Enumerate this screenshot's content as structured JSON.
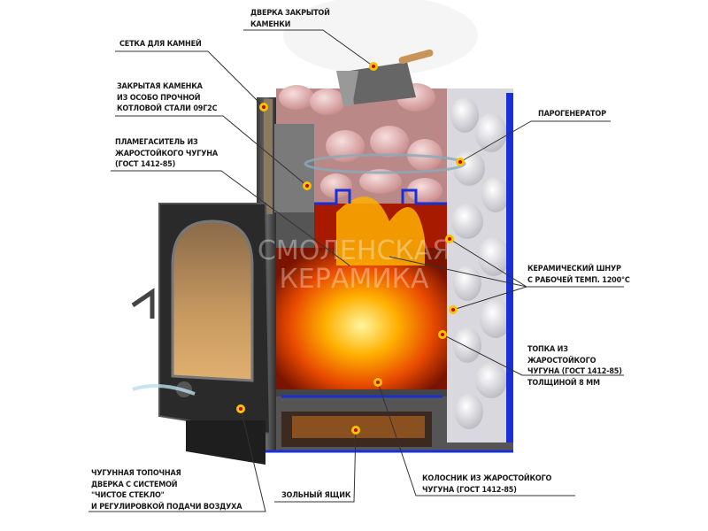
{
  "title": "Печь для бани — схема в разрезе",
  "watermark": [
    "СМОЛЕНСКАЯ",
    "КЕРАМИКА"
  ],
  "colors": {
    "seal_blue": "#1a2fd6",
    "fire": "#ff7a00",
    "marker": "#f5c400",
    "marker_center": "#d40000",
    "leader": "#333333"
  },
  "labels": {
    "stone_door": [
      "ДВЕРКА ЗАКРЫТОЙ",
      "КАМЕНКИ"
    ],
    "stone_mesh": [
      "СЕТКА ДЛЯ КАМНЕЙ"
    ],
    "closed_heater": [
      "ЗАКРЫТАЯ КАМЕНКА",
      "ИЗ ОСОБО ПРОЧНОЙ",
      "КОТЛОВОЙ СТАЛИ 09Г2С"
    ],
    "flame_damper": [
      "ПЛАМЕГАСИТЕЛЬ ИЗ",
      "ЖАРОСТОЙКОГО ЧУГУНА",
      "(ГОСТ 1412-85)"
    ],
    "steam_generator": [
      "ПАРОГЕНЕРАТОР"
    ],
    "ceramic_cord": [
      "КЕРАМИЧЕСКИЙ ШНУР",
      "С РАБОЧЕЙ ТЕМП. 1200°С"
    ],
    "firebox": [
      "ТОПКА ИЗ",
      "ЖАРОСТОЙКОГО",
      "ЧУГУНА (ГОСТ 1412-85)",
      "ТОЛЩИНОЙ 8 ММ"
    ],
    "fire_door": [
      "ЧУГУННАЯ ТОПОЧНАЯ",
      "ДВЕРКА С СИСТЕМОЙ",
      "\"ЧИСТОЕ СТЕКЛО\"",
      "И РЕГУЛИРОВКОЙ ПОДАЧИ ВОЗДУХА"
    ],
    "ash_box": [
      "ЗОЛЬНЫЙ ЯЩИК"
    ],
    "grate": [
      "КОЛОСНИК ИЗ ЖАРОСТОЙКОГО",
      "ЧУГУНА (ГОСТ 1412-85)"
    ]
  }
}
